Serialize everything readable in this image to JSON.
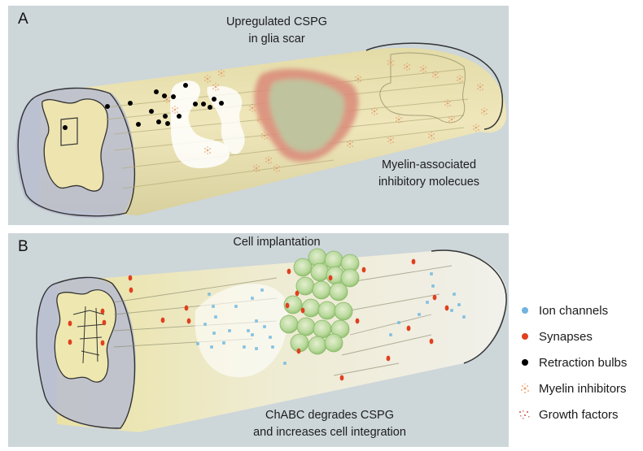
{
  "panels": [
    {
      "label": "A",
      "captions": {
        "top": [
          "Upregulated CSPG",
          "in glia scar"
        ],
        "bottom": [
          "Myelin-associated",
          "inhibitory molecues"
        ]
      }
    },
    {
      "label": "B",
      "captions": {
        "top": [
          "Cell implantation"
        ],
        "bottom": [
          "ChABC degrades CSPG",
          "and increases cell integration"
        ]
      }
    }
  ],
  "legend": [
    {
      "label": "Ion channels",
      "icon": "blue-dot",
      "color": "#6fb3e0"
    },
    {
      "label": "Synapses",
      "icon": "red-dot",
      "color": "#e0401e"
    },
    {
      "label": "Retraction bulbs",
      "icon": "black-dot",
      "color": "#000000"
    },
    {
      "label": "Myelin inhibitors",
      "icon": "orange-star-cluster",
      "color": "#e8a070"
    },
    {
      "label": "Growth factors",
      "icon": "red-speckle-cluster",
      "color": "#c8645a"
    }
  ],
  "colors": {
    "panel_bg": "#cdd6d9",
    "tissue_yellow": "#efe3a6",
    "scar_red": "#d98878",
    "scar_green": "#b9cf9e",
    "cell_green": "#a9d38a"
  }
}
